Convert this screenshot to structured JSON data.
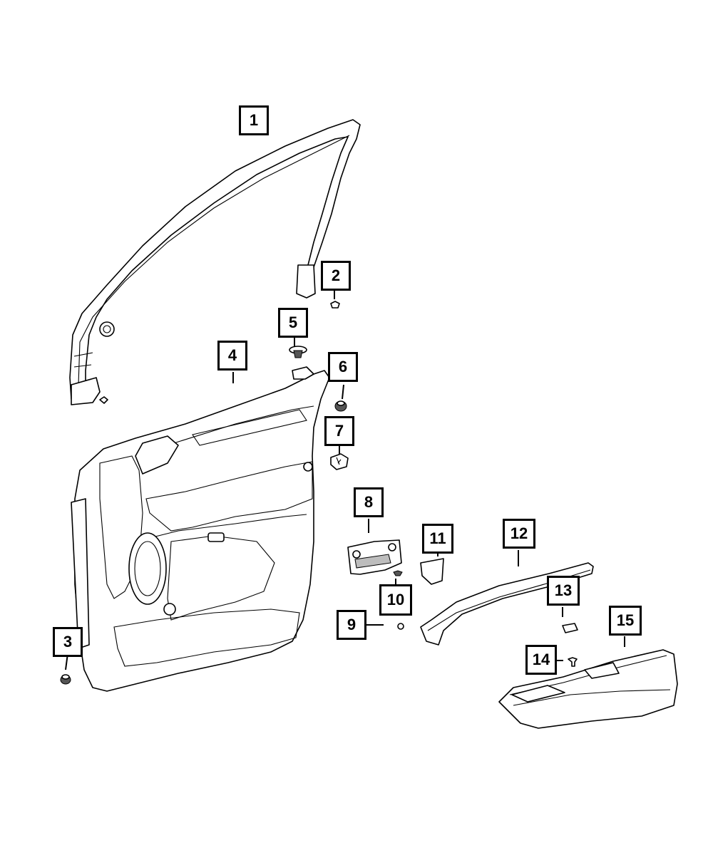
{
  "callouts": [
    {
      "id": "1",
      "label": "1"
    },
    {
      "id": "2",
      "label": "2"
    },
    {
      "id": "3",
      "label": "3"
    },
    {
      "id": "4",
      "label": "4"
    },
    {
      "id": "5",
      "label": "5"
    },
    {
      "id": "6",
      "label": "6"
    },
    {
      "id": "7",
      "label": "7"
    },
    {
      "id": "8",
      "label": "8"
    },
    {
      "id": "9",
      "label": "9"
    },
    {
      "id": "10",
      "label": "10"
    },
    {
      "id": "11",
      "label": "11"
    },
    {
      "id": "12",
      "label": "12"
    },
    {
      "id": "13",
      "label": "13"
    },
    {
      "id": "14",
      "label": "14"
    },
    {
      "id": "15",
      "label": "15"
    }
  ],
  "colors": {
    "line": "#000000",
    "background": "#ffffff",
    "shade": "#bdbdbd"
  }
}
